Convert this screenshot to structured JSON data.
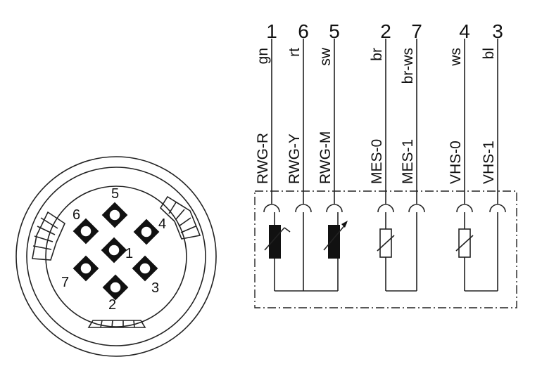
{
  "connector": {
    "pin_labels": [
      "1",
      "2",
      "3",
      "4",
      "5",
      "6",
      "7"
    ]
  },
  "wires": [
    {
      "pin": "1",
      "color": "gn",
      "signal": "RWG-R"
    },
    {
      "pin": "6",
      "color": "rt",
      "signal": "RWG-Y"
    },
    {
      "pin": "5",
      "color": "sw",
      "signal": "RWG-M"
    },
    {
      "pin": "2",
      "color": "br",
      "signal": "MES-0"
    },
    {
      "pin": "7",
      "color": "br-ws",
      "signal": "MES-1"
    },
    {
      "pin": "4",
      "color": "ws",
      "signal": "VHS-0"
    },
    {
      "pin": "3",
      "color": "bl",
      "signal": "VHS-1"
    }
  ],
  "colors": {
    "line": "#222222",
    "fill": "#111111",
    "background": "#ffffff"
  }
}
